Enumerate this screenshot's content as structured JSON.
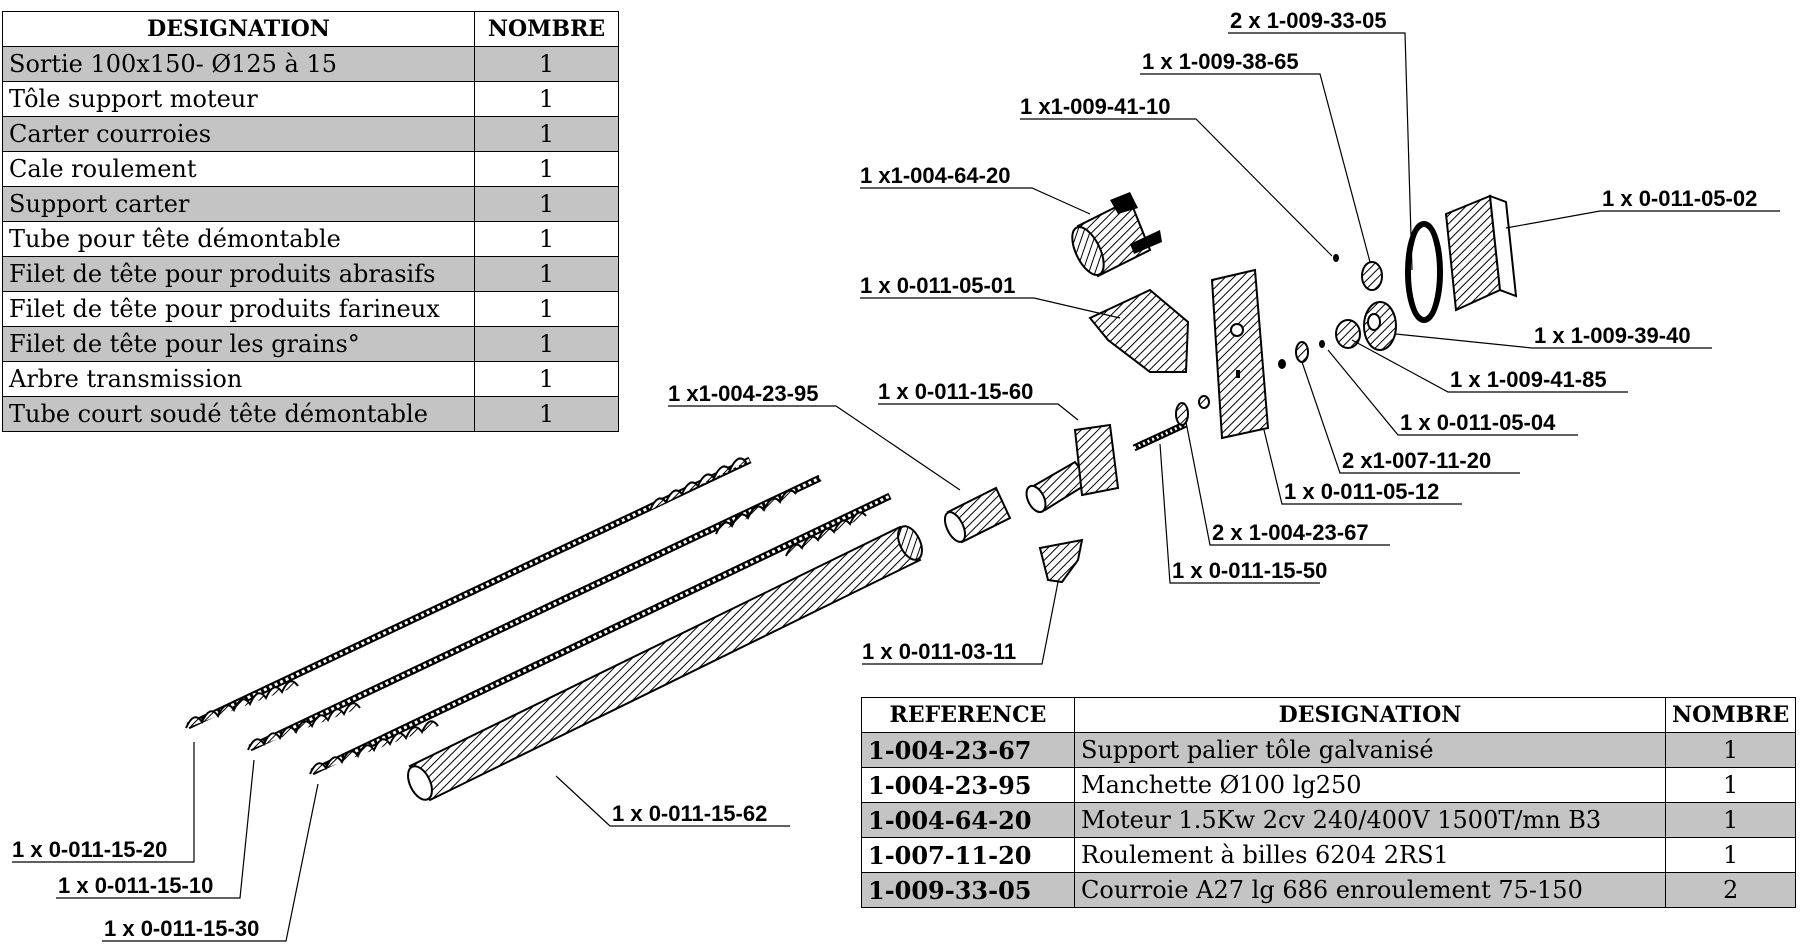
{
  "parts_table": {
    "headers": {
      "designation": "DESIGNATION",
      "count": "NOMBRE"
    },
    "rows": [
      {
        "designation": "Sortie 100x150- Ø125 à 15",
        "count": "1"
      },
      {
        "designation": "Tôle support moteur",
        "count": "1"
      },
      {
        "designation": "Carter courroies",
        "count": "1"
      },
      {
        "designation": "Cale roulement",
        "count": "1"
      },
      {
        "designation": "Support carter",
        "count": "1"
      },
      {
        "designation": "Tube pour tête démontable",
        "count": "1"
      },
      {
        "designation": "Filet de tête pour produits abrasifs",
        "count": "1"
      },
      {
        "designation": "Filet de tête pour produits farineux",
        "count": "1"
      },
      {
        "designation": "Filet de tête pour les grains°",
        "count": "1"
      },
      {
        "designation": "Arbre transmission",
        "count": "1"
      },
      {
        "designation": "Tube court soudé tête démontable",
        "count": "1"
      }
    ]
  },
  "reference_table": {
    "headers": {
      "reference": "REFERENCE",
      "designation": "DESIGNATION",
      "count": "NOMBRE"
    },
    "rows": [
      {
        "reference": "1-004-23-67",
        "designation": "Support palier tôle galvanisé",
        "count": "1"
      },
      {
        "reference": "1-004-23-95",
        "designation": "Manchette Ø100 lg250",
        "count": "1"
      },
      {
        "reference": "1-004-64-20",
        "designation": "Moteur 1.5Kw 2cv 240/400V 1500T/mn B3",
        "count": "1"
      },
      {
        "reference": "1-007-11-20",
        "designation": "Roulement à billes 6204 2RS1",
        "count": "1"
      },
      {
        "reference": "1-009-33-05",
        "designation": "Courroie A27 lg 686 enroulement 75-150",
        "count": "2"
      }
    ]
  },
  "callouts": [
    "2 x 1-009-33-05",
    "1 x 1-009-38-65",
    "1 x1-009-41-10",
    "1 x1-004-64-20",
    "1 x 0-011-05-02",
    "1 x 0-011-05-01",
    "1 x 1-009-39-40",
    "1 x 1-009-41-85",
    "1 x1-004-23-95",
    "1 x 0-011-15-60",
    "1 x 0-011-05-04",
    "2 x1-007-11-20",
    "1 x 0-011-05-12",
    "2 x 1-004-23-67",
    "1 x 0-011-15-50",
    "1 x 0-011-03-11",
    "1 x 0-011-15-62",
    "1 x 0-011-15-20",
    "1 x 0-011-15-10",
    "1 x 0-011-15-30"
  ]
}
